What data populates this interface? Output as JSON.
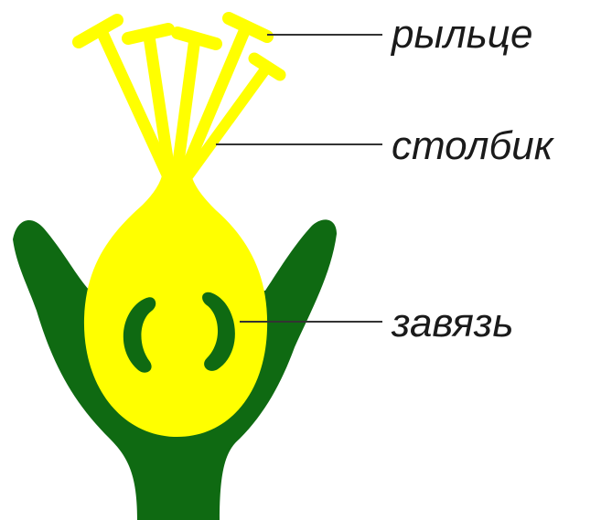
{
  "labels": {
    "stigma": "рыльце",
    "style": "столбик",
    "ovary": "завязь"
  },
  "colors": {
    "receptacle": "#0f6a12",
    "pistil": "#ffff00",
    "pistil_outline": "#c8b800",
    "ovules": "#0f6a12",
    "background": "#ffffff",
    "leader_line": "#333333"
  }
}
